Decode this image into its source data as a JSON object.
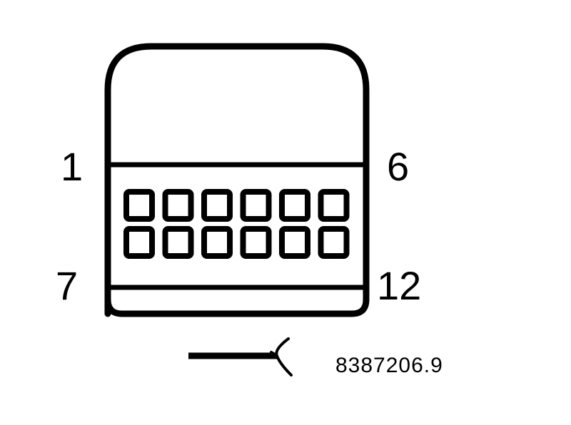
{
  "colors": {
    "stroke": "#000000",
    "background": "#ffffff"
  },
  "connector": {
    "pin_rows": 2,
    "pins_per_row": 6,
    "labels": {
      "top_left": "1",
      "top_right": "6",
      "bottom_left": "7",
      "bottom_right": "12"
    }
  },
  "harness_symbol": "wire-harness-icon",
  "part_number": "8387206.9"
}
